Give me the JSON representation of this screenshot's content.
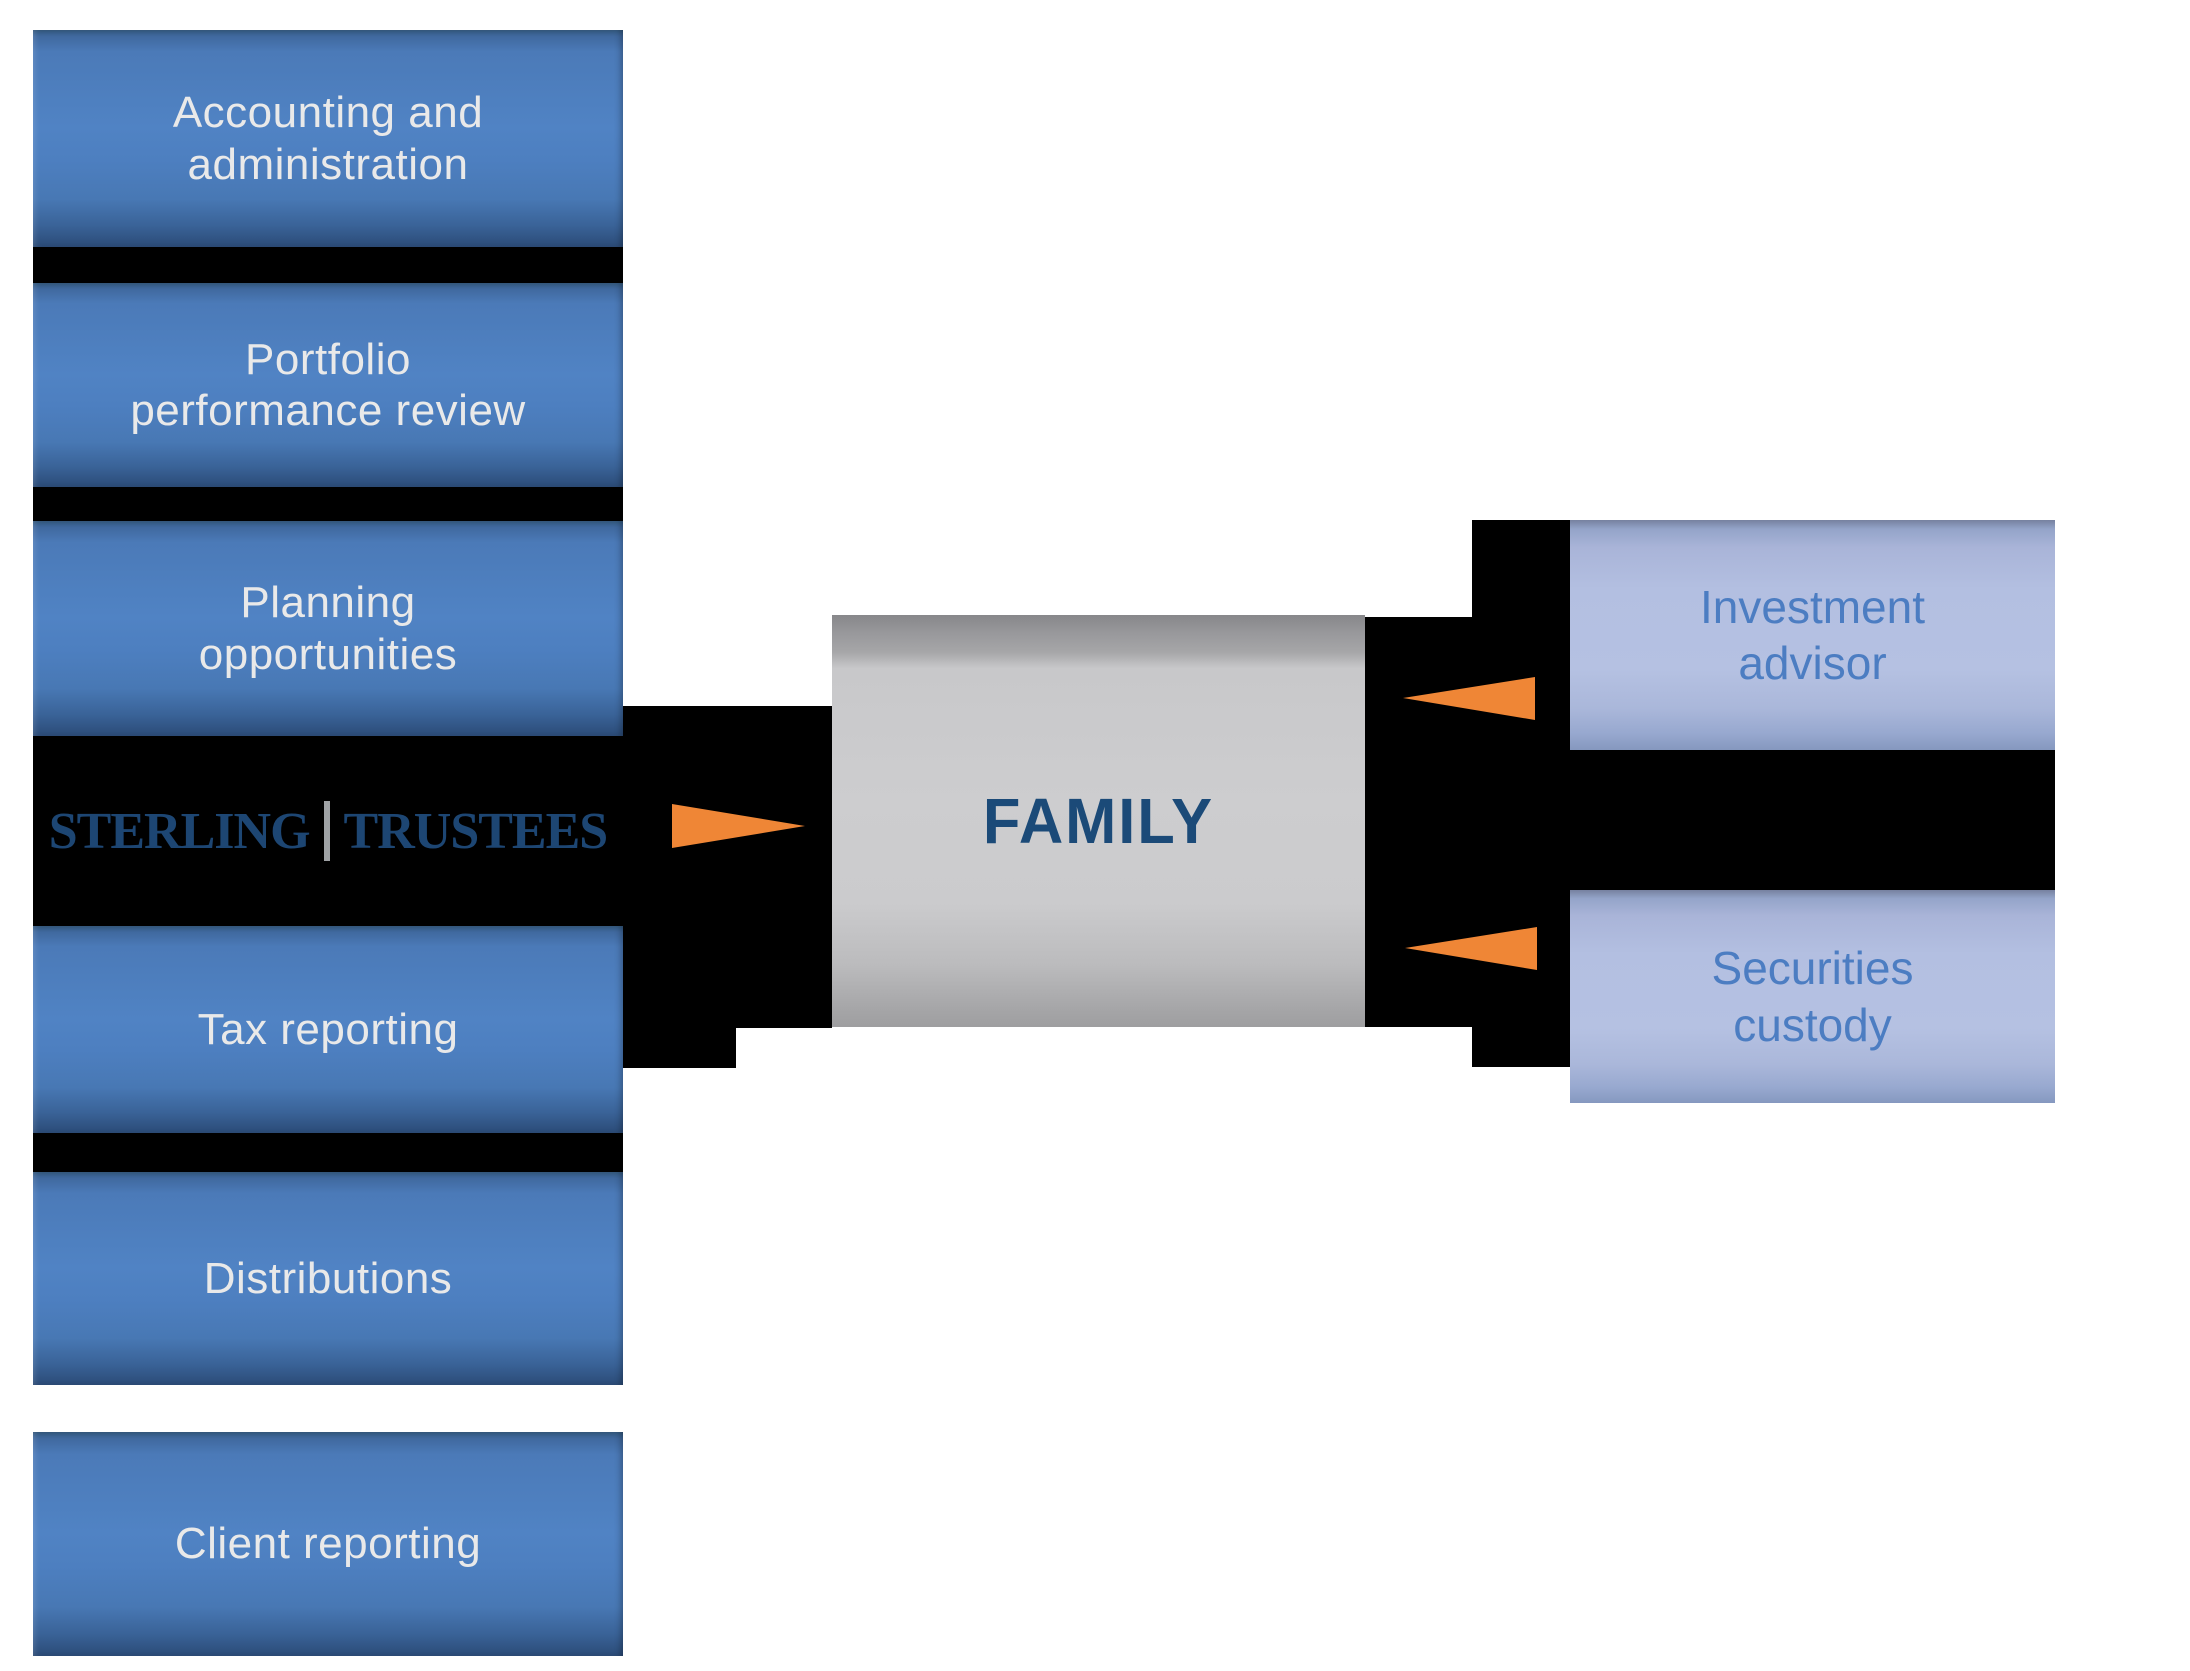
{
  "diagram": {
    "left_services": [
      {
        "label": "Accounting and\nadministration"
      },
      {
        "label": "Portfolio\nperformance review"
      },
      {
        "label": "Planning\nopportunities"
      },
      {
        "label": "Tax reporting"
      },
      {
        "label": "Distributions"
      },
      {
        "label": "Client reporting"
      }
    ],
    "logo": {
      "word1": "STERLING",
      "divider_glyph": "|",
      "word2": "TRUSTEES"
    },
    "family": {
      "label": "FAMILY"
    },
    "right_services": [
      {
        "label": "Investment\nadvisor"
      },
      {
        "label": "Securities\ncustody"
      }
    ],
    "colors": {
      "left_box_blue": "#4f81bd",
      "right_box_periwinkle": "#b3bfe1",
      "family_gray": "#cdcdcf",
      "arrow_orange": "#ef8636",
      "connector_black": "#000000",
      "logo_navy": "#1d4673",
      "family_text_navy": "#1b4a78",
      "right_text_blue": "#4c7dc2",
      "left_text_white": "#e9e9e9"
    }
  }
}
